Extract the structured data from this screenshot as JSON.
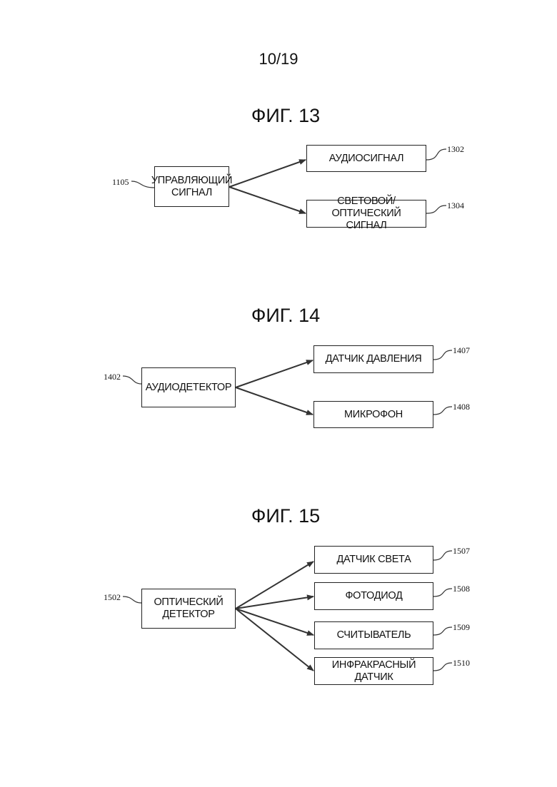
{
  "page": {
    "number": "10/19"
  },
  "figures": [
    {
      "title": "ФИГ. 13",
      "source": {
        "label": "УПРАВЛЯЮЩИЙ\nСИГНАЛ",
        "ref": "1105"
      },
      "targets": [
        {
          "label": "АУДИОСИГНАЛ",
          "ref": "1302"
        },
        {
          "label": "СВЕТОВОЙ/ОПТИЧЕСКИЙ\nСИГНАЛ",
          "ref": "1304"
        }
      ]
    },
    {
      "title": "ФИГ. 14",
      "source": {
        "label": "АУДИОДЕТЕКТОР",
        "ref": "1402"
      },
      "targets": [
        {
          "label": "ДАТЧИК ДАВЛЕНИЯ",
          "ref": "1407"
        },
        {
          "label": "МИКРОФОН",
          "ref": "1408"
        }
      ]
    },
    {
      "title": "ФИГ. 15",
      "source": {
        "label": "ОПТИЧЕСКИЙ\nДЕТЕКТОР",
        "ref": "1502"
      },
      "targets": [
        {
          "label": "ДАТЧИК СВЕТА",
          "ref": "1507"
        },
        {
          "label": "ФОТОДИОД",
          "ref": "1508"
        },
        {
          "label": "СЧИТЫВАТЕЛЬ",
          "ref": "1509"
        },
        {
          "label": "ИНФРАКРАСНЫЙ ДАТЧИК",
          "ref": "1510"
        }
      ]
    }
  ]
}
